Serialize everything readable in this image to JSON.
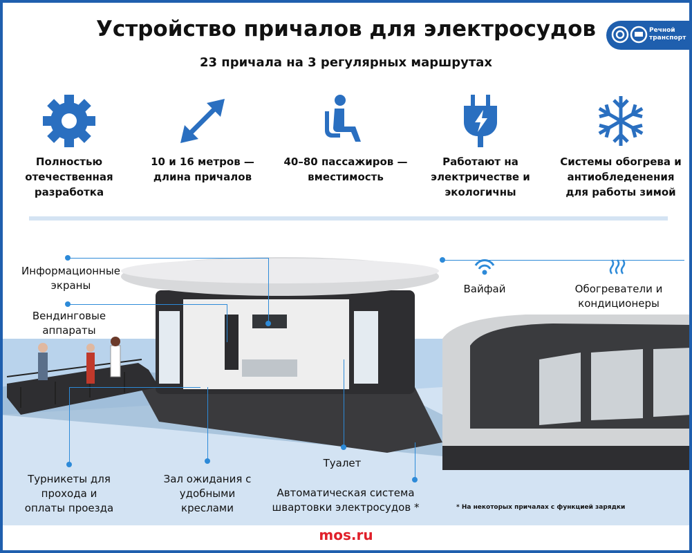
{
  "title": "Устройство причалов для электросудов",
  "subtitle": "23 причала на 3 регулярных маршрутах",
  "logo": {
    "text_line1": "Речной",
    "text_line2": "транспорт"
  },
  "features": [
    {
      "icon": "gear-icon",
      "label": "Полностью отечественная разработка"
    },
    {
      "icon": "double-arrow-icon",
      "label": "10 и 16 метров — длина причалов"
    },
    {
      "icon": "seated-person-icon",
      "label": "40–80 пассажиров — вместимость"
    },
    {
      "icon": "plug-lightning-icon",
      "label": "Работают на электричестве и экологичны"
    },
    {
      "icon": "snowflake-icon",
      "label": "Системы обогрева и антиобледенения для работы зимой"
    }
  ],
  "callouts": {
    "screens": "Информационные экраны",
    "vending": "Вендинговые аппараты",
    "wifi": "Вайфай",
    "heaters": "Обогреватели и кондиционеры",
    "turnstiles": "Турникеты для прохода и оплаты проезда",
    "waiting": "Зал ожидания с удобными креслами",
    "toilet": "Туалет",
    "mooring": "Автоматическая система швартовки электросудов *"
  },
  "footnote": "* На некоторых причалах с функцией зарядки",
  "footer": "mos.ru",
  "colors": {
    "accent": "#1f5fae",
    "icon_blue": "#2a6fc0",
    "brand_red": "#e0202a",
    "water": "#b9d3ec"
  }
}
